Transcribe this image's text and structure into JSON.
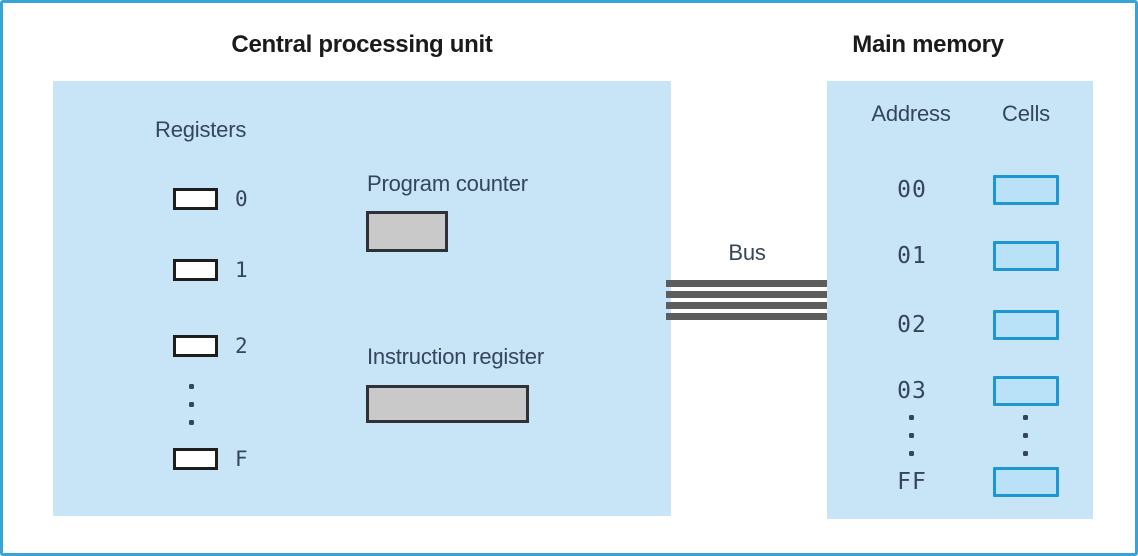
{
  "colors": {
    "frame-border": "#38a3d7",
    "panel-fill": "#c8e5f8",
    "cell-fill": "#b9e1f8",
    "cell-border": "#1e96d4",
    "gray-box-fill": "#c9c9c9",
    "gray-box-border": "#2e3138",
    "register-box-fill": "#ffffff",
    "register-box-border": "#1d1d1d",
    "bus-bar": "#5d5d5d",
    "title-text": "#1b1b1b",
    "label-text": "#35455a"
  },
  "cpu": {
    "title": "Central processing unit",
    "registers_label": "Registers",
    "registers": [
      "0",
      "1",
      "2",
      "F"
    ],
    "program_counter_label": "Program counter",
    "instruction_register_label": "Instruction register"
  },
  "bus": {
    "label": "Bus",
    "line_count": 4
  },
  "memory": {
    "title": "Main memory",
    "address_header": "Address",
    "cells_header": "Cells",
    "addresses": [
      "00",
      "01",
      "02",
      "03",
      "FF"
    ]
  }
}
